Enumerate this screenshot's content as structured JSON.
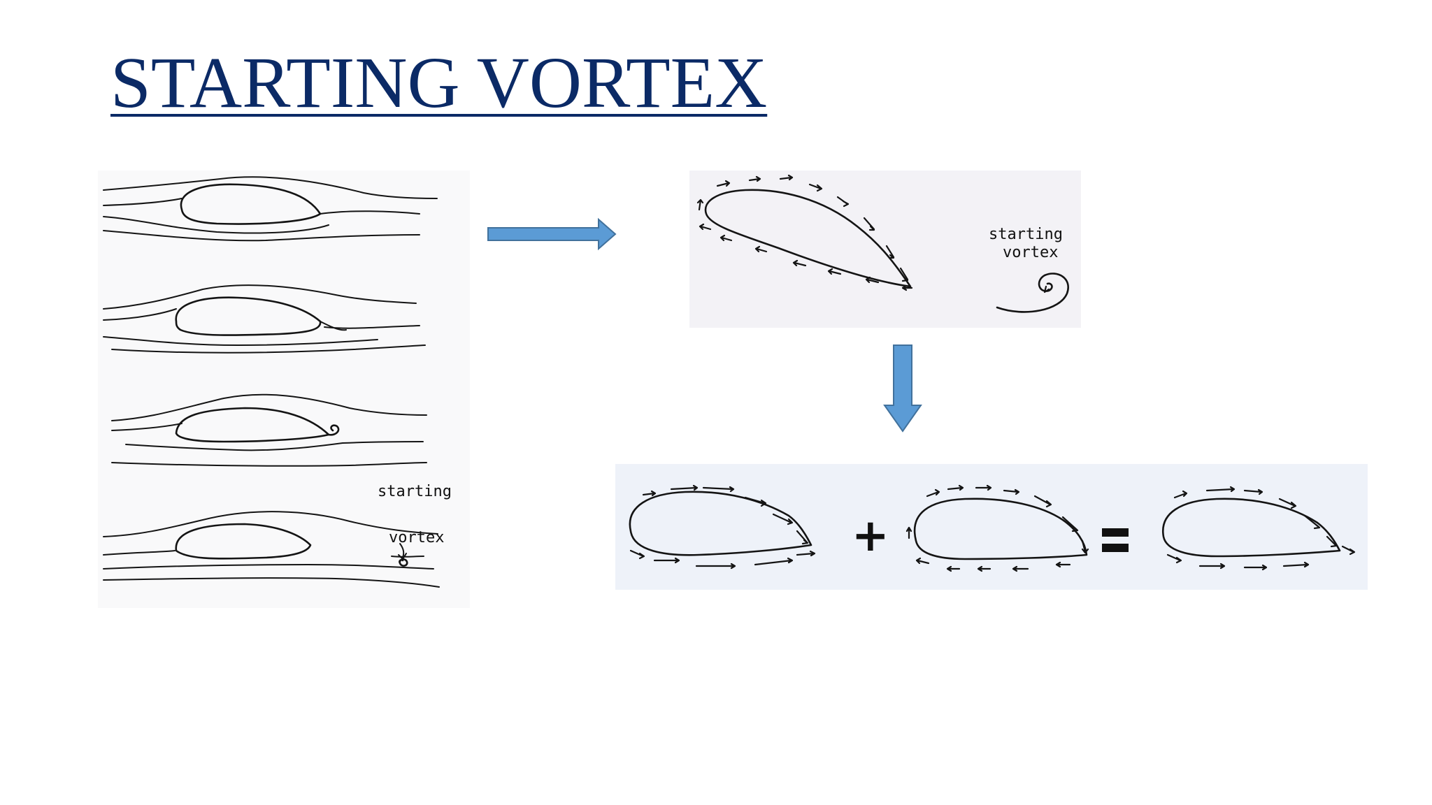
{
  "slide": {
    "title": "STARTING VORTEX"
  },
  "diagram": {
    "left_panel": {
      "stages": 4,
      "label_line1": "starting",
      "label_line2": "vortex"
    },
    "top_panel": {
      "label_line1": "starting",
      "label_line2": "vortex"
    },
    "bottom_panel": {
      "plus_symbol": "+",
      "equals_symbol": "="
    },
    "connectors": {
      "color": "#5b9bd5",
      "stroke_color": "#41719c",
      "arrow_right": "arrow-right-icon",
      "arrow_down": "arrow-down-icon"
    }
  }
}
